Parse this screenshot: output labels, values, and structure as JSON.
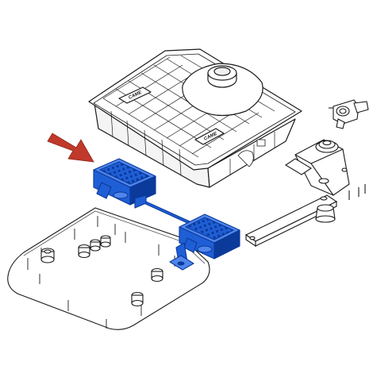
{
  "diagram": {
    "brand_top": "CAME",
    "brand_bottom": "CAME",
    "colors": {
      "outline": "#1a1a1a",
      "highlight_fill": "#1f5fd6",
      "highlight_dark": "#0b3a9a",
      "highlight_light": "#4f86ec",
      "arrow": "#c0392b",
      "paper": "#ffffff",
      "panel": "#f4f4f4"
    },
    "parts": [
      "gearmotor-housing",
      "highlighted-limit-switch-units",
      "release-lever",
      "pivot-bracket",
      "mounting-arm",
      "foundation-box-plate"
    ],
    "indicator": "arrow-pointing-to-highlighted-part"
  }
}
